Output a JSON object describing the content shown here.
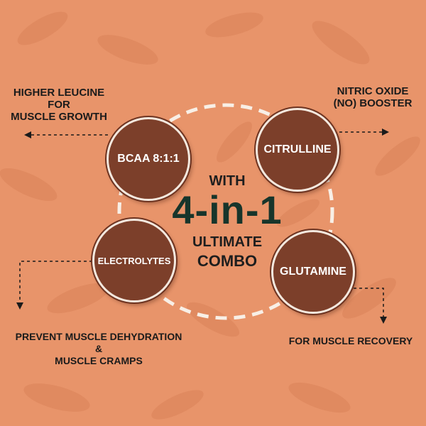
{
  "center": {
    "with": "WITH",
    "main": "4-in-1",
    "ultimate": "ULTIMATE",
    "combo": "COMBO"
  },
  "circles": {
    "bcaa": "BCAA 8:1:1",
    "citrulline": "CITRULLINE",
    "electrolytes": "ELECTROLYTES",
    "glutamine": "GLUTAMINE"
  },
  "labels": {
    "leucine": [
      "HIGHER LEUCINE",
      "FOR",
      "MUSCLE GROWTH"
    ],
    "nitric": [
      "NITRIC OXIDE",
      "(NO) BOOSTER"
    ],
    "dehydration": [
      "PREVENT MUSCLE DEHYDRATION",
      "&",
      "MUSCLE CRAMPS"
    ],
    "recovery": "FOR MUSCLE RECOVERY"
  },
  "colors": {
    "background": "#e8946a",
    "circle_fill": "#7c3f2a",
    "main_text": "#17352b"
  }
}
